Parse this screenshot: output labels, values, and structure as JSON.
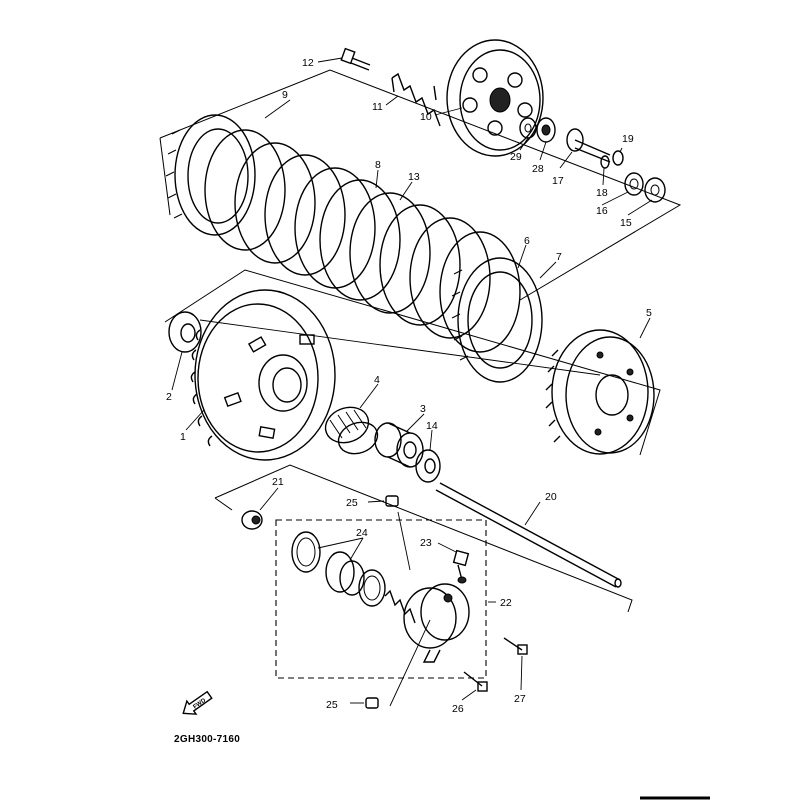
{
  "diagram": {
    "drawing_code": "2GH300-7160",
    "direction_arrow_label": "FWD",
    "callouts": {
      "c1": "1",
      "c2": "2",
      "c3": "3",
      "c4": "4",
      "c5": "5",
      "c6": "6",
      "c7": "7",
      "c8": "8",
      "c9": "9",
      "c10": "10",
      "c11": "11",
      "c12": "12",
      "c13": "13",
      "c14": "14",
      "c15": "15",
      "c16": "16",
      "c17": "17",
      "c18": "18",
      "c19": "19",
      "c20": "20",
      "c21": "21",
      "c22": "22",
      "c23": "23",
      "c24": "24",
      "c25a": "25",
      "c25b": "25",
      "c26": "26",
      "c27": "27",
      "c28": "28",
      "c29": "29"
    }
  }
}
